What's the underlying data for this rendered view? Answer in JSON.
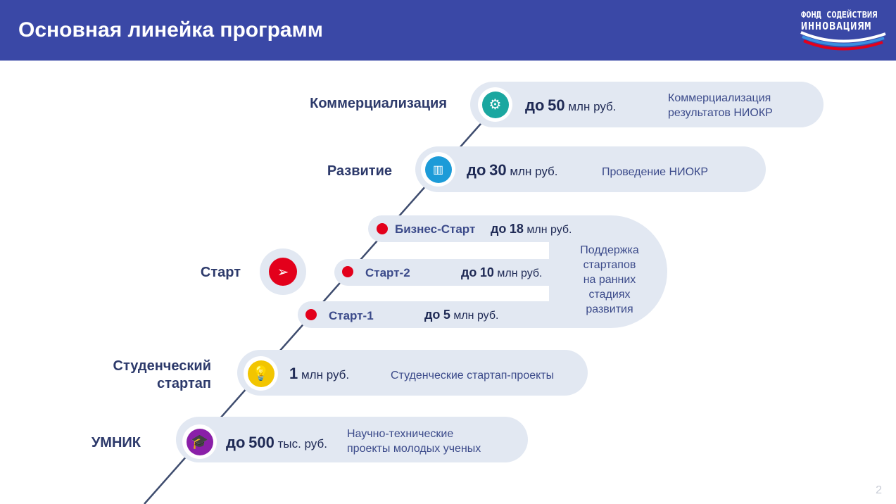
{
  "header": {
    "title": "Основная линейка программ",
    "logo_line1": "ФОНД СОДЕЙСТВИЯ",
    "logo_line2": "ИННОВАЦИЯМ"
  },
  "programs": [
    {
      "label": "Коммерциализация",
      "prefix": "до",
      "amount": "50",
      "unit": "млн руб.",
      "desc1": "Коммерциализация",
      "desc2": "результатов НИОКР",
      "icon": "gear-icon",
      "color": "#1aa7a0"
    },
    {
      "label": "Развитие",
      "prefix": "до",
      "amount": "30",
      "unit": "млн руб.",
      "desc1": "Проведение НИОКР",
      "icon": "chart-icon",
      "color": "#1c9bd8"
    },
    {
      "label": "Старт",
      "icon": "paper-plane-icon",
      "color": "#e3001b",
      "subs": [
        {
          "name": "Бизнес-Старт",
          "prefix": "до",
          "amount": "18",
          "unit": "млн руб."
        },
        {
          "name": "Старт-2",
          "prefix": "до",
          "amount": "10",
          "unit": "млн руб."
        },
        {
          "name": "Старт-1",
          "prefix": "до",
          "amount": "5",
          "unit": "млн руб."
        }
      ],
      "desc": [
        "Поддержка",
        "стартапов",
        "на ранних",
        "стадиях",
        "развития"
      ]
    },
    {
      "label1": "Студенческий",
      "label2": "стартап",
      "amount": "1",
      "unit": "млн руб.",
      "desc1": "Студенческие стартап-проекты",
      "icon": "lightbulb-icon",
      "color": "#f2c500"
    },
    {
      "label": "УМНИК",
      "prefix": "до",
      "amount": "500",
      "unit": "тыс. руб.",
      "desc1": "Научно-технические",
      "desc2": "проекты молодых ученых",
      "icon": "graduation-cap-icon",
      "color": "#8a1fa8"
    }
  ],
  "page_number": "2"
}
